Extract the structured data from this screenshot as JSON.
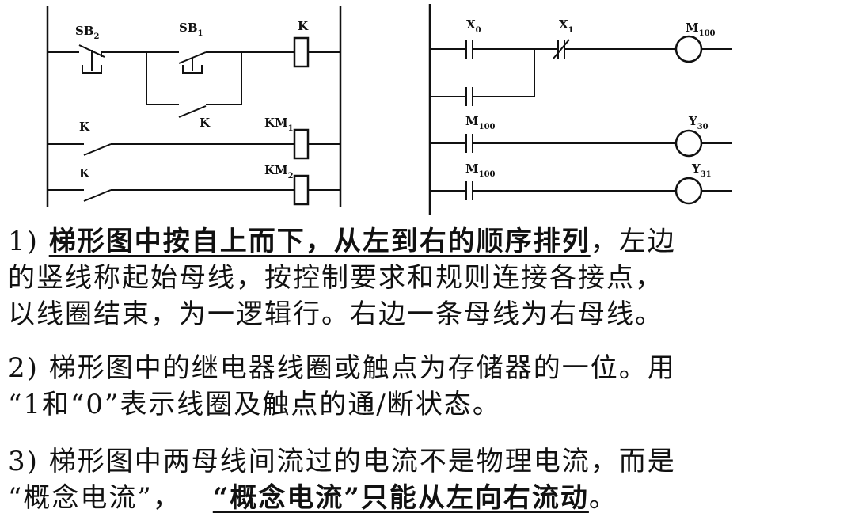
{
  "left_diagram": {
    "labels": {
      "sb2": "SB",
      "sb2_sub": "2",
      "sb1": "SB",
      "sb1_sub": "1",
      "k_coil": "K",
      "k_hold": "K",
      "k_row2": "K",
      "km1": "KM",
      "km1_sub": "1",
      "k_row3": "K",
      "km2": "KM",
      "km2_sub": "2"
    }
  },
  "right_diagram": {
    "labels": {
      "x0": "X",
      "x0_sub": "0",
      "x1": "X",
      "x1_sub": "1",
      "m100_coil": "M",
      "m100_coil_sub": "100",
      "m100_c2": "M",
      "m100_c2_sub": "100",
      "y30": "Y",
      "y30_sub": "30",
      "m100_c3": "M",
      "m100_c3_sub": "100",
      "y31": "Y",
      "y31_sub": "31"
    }
  },
  "notes": {
    "p1_line1_num": "1) ",
    "p1_line1_ul": "梯形图中按自上而下，从左到右的顺序排列",
    "p1_line1_rest": "，左边",
    "p1_line2": "的竖线称起始母线，按控制要求和规则连接各接点，",
    "p1_line3": "以线圈结束，为一逻辑行。右边一条母线为右母线。",
    "p2_line1": "2) 梯形图中的继电器线圈或触点为存储器的一位。用",
    "p2_line2": "“1和“0”表示线圈及触点的通/断状态。",
    "p3_line1": "3) 梯形图中两母线间流过的电流不是物理电流，而是",
    "p3_line2_a": "“概念电流”，",
    "p3_line2_b": "“概念电流”只能从左向右流动",
    "p3_line2_c": "。"
  }
}
